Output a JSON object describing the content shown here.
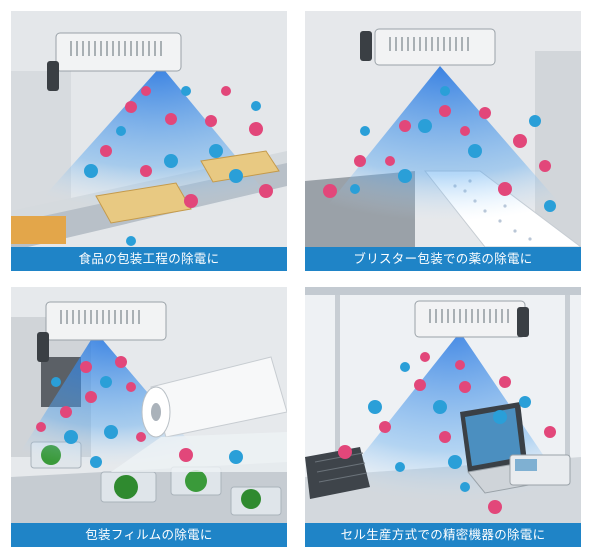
{
  "panels": [
    {
      "caption": "食品の包装工程の除電に",
      "scene": "food-packaging"
    },
    {
      "caption": "ブリスター包装での薬の除電に",
      "scene": "blister-packaging"
    },
    {
      "caption": "包装フィルムの除電に",
      "scene": "packaging-film"
    },
    {
      "caption": "セル生産方式での精密機器の除電に",
      "scene": "cell-production"
    }
  ],
  "colors": {
    "caption_bg": "#1f84c7",
    "ion_field": "#2f8fe3",
    "positive_ion": "#e2477a",
    "negative_ion": "#2a9fd8"
  }
}
